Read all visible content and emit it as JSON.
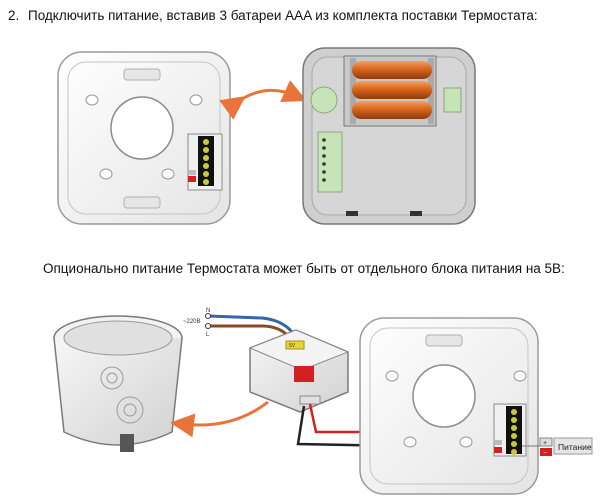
{
  "step": {
    "number": "2.",
    "text": "Подключить питание, вставив 3 батареи AAA из комплекта поставки Термостата:"
  },
  "subheading": "Опционально питание Термостата может быть от отдельного блока питания на 5В:",
  "wiring": {
    "n_label": "N",
    "voltage_label": "~220В",
    "l_label": "L",
    "power_label": "Питание",
    "plus_sign": "+",
    "minus_sign": "−",
    "adapter_tag": "5V"
  },
  "colors": {
    "arrow": "#e8743b",
    "battery": "#d9661e",
    "terminal_green": "#c7e3b8",
    "wire_red": "#d42020",
    "wire_black": "#222222",
    "wire_blue": "#3366aa",
    "wire_brown": "#8a4a22"
  }
}
